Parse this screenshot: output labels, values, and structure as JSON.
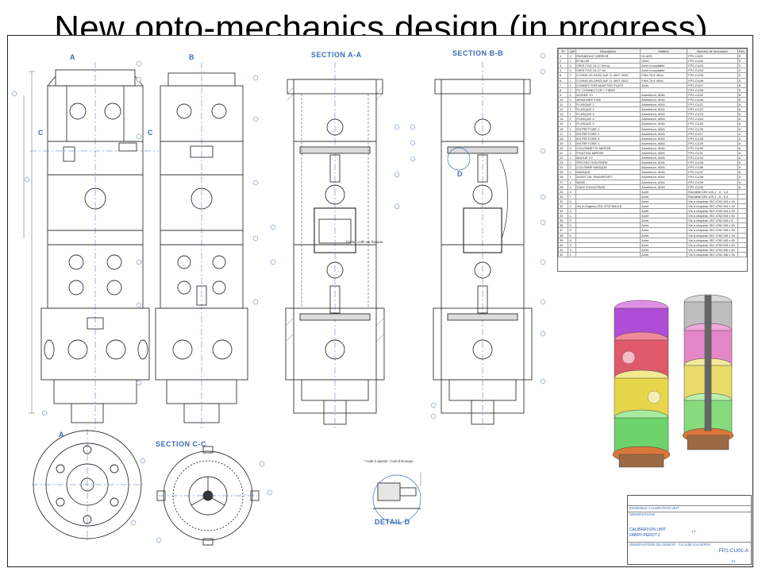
{
  "slide": {
    "title": "New opto-mechanics design (in progress)"
  },
  "views": {
    "view_a": "A",
    "view_b": "B",
    "section_aa": "SECTION A-A",
    "section_bb": "SECTION B-B",
    "section_cc": "SECTION C-C",
    "view_a_bottom": "A",
    "detail_d": "DETAIL D",
    "detail_marker": "D",
    "cut_c_left": "C",
    "cut_c_right": "C"
  },
  "notes": {
    "adjust_note": "* Cale à ajuster: Cote théorique",
    "glue_note": "Etalon collé sur flasque"
  },
  "bom": {
    "headers": [
      "N°",
      "Qté",
      "Description",
      "Matière",
      "Numéro de document",
      "Rév."
    ],
    "rows": [
      [
        "1",
        "2",
        "PARABOLIC MIRROR",
        "GLASS",
        "FP2-CU01",
        "S"
      ],
      [
        "2",
        "1",
        "ETALON",
        "Verre",
        "FP2-CU02",
        "S"
      ],
      [
        "3",
        "4",
        "ORIS FGS 10-17 écrou",
        "Acier inoxydable",
        "FP2-CU03",
        "S"
      ],
      [
        "4",
        "4",
        "ORIS FGS 10-17 vis",
        "Acier inoxydable",
        "FP2-CU04",
        "S"
      ],
      [
        "5",
        "2",
        "O-RING 00-DH02 ΔxF 11.4007.3052",
        "FKM 75.5 Viton",
        "FP2-CU05",
        "S"
      ],
      [
        "6",
        "1",
        "O-RING 00-DH03 ΔxF 11.4007.3022",
        "FKM 75.5 Viton",
        "FP2-CU06",
        "S"
      ],
      [
        "7",
        "2",
        "CONNECTOR ADAPTER PLATE",
        "Acier",
        "FP2-CU07",
        "B"
      ],
      [
        "8",
        "2",
        "FC CONNECTOR + FIBER",
        "",
        "FP2-CU08",
        "S"
      ],
      [
        "9",
        "1",
        "ASSIEE XY",
        "Aluminium, 6061",
        "FP2-CU32",
        "B"
      ],
      [
        "10",
        "1",
        "ARAIGNEE FIXE",
        "Aluminium, 6061",
        "FP2-CU34",
        "B"
      ],
      [
        "11",
        "1",
        "FLASQUE 1",
        "Aluminium, 6061",
        "FP2-CU21",
        "A"
      ],
      [
        "12",
        "1",
        "FLASQUE 2",
        "Aluminium, 6061",
        "FP2-CU22",
        "A"
      ],
      [
        "13",
        "1",
        "FLASQUE 3",
        "Aluminium, 6061",
        "FP2-CU23",
        "A"
      ],
      [
        "14",
        "1",
        "FLASQUE 4",
        "Aluminium, 6061",
        "FP2-CU24",
        "A"
      ],
      [
        "15",
        "1",
        "FLASQUE 5",
        "Aluminium, 6061",
        "FP2-CU25",
        "A"
      ],
      [
        "16",
        "1",
        "ENTRETOISE 1",
        "Aluminium, 6061",
        "FP2-CU26",
        "A"
      ],
      [
        "17",
        "1",
        "ENTRETOISE 2",
        "Aluminium, 6061",
        "FP2-CU27",
        "A"
      ],
      [
        "18",
        "1",
        "ENTRETOISE 3",
        "Aluminium, 6061",
        "FP2-CU28",
        "A"
      ],
      [
        "19",
        "1",
        "ENTRETOISE 4",
        "Aluminium, 6061",
        "FP2-CU29",
        "A"
      ],
      [
        "20",
        "6",
        "COLONNETTE MIROIR",
        "Aluminium, 6061",
        "FP2-CU30",
        "A"
      ],
      [
        "21",
        "2",
        "FIXATION MIROIR",
        "Aluminium, 6061",
        "FP2-CU31",
        "A"
      ],
      [
        "22",
        "1",
        "BAGUE XY",
        "Aluminium, 6061",
        "FP2-CU33",
        "A"
      ],
      [
        "23",
        "2",
        "PROTECTION FIBRE",
        "Aluminium, 6061",
        "FP2-CU35",
        "A"
      ],
      [
        "24",
        "2",
        "COLONNE MASQUE",
        "Aluminium, 6061",
        "FP2-CU36",
        "A"
      ],
      [
        "25",
        "1",
        "MASQUE",
        "Aluminium, 6061",
        "FP2-CU37",
        "A"
      ],
      [
        "26",
        "1",
        "DOIGT DE TRANSPORT",
        "Aluminium, 6061",
        "FP2-CU38",
        "A"
      ],
      [
        "27",
        "1",
        "BASE",
        "Aluminium, 6061",
        "FP2-CU39",
        "A"
      ],
      [
        "28",
        "4",
        "CALE D'AJUSTAGE",
        "Aluminium, 6061",
        "FP2-CU40",
        "A"
      ],
      [
        "29",
        "3",
        "",
        "Acier",
        "Rondelle DIN 125-1 · A · 4,3",
        ""
      ],
      [
        "30",
        "1",
        "",
        "Acier",
        "Rondelle DIN 125-1 · A · 6,4",
        ""
      ],
      [
        "31",
        "6",
        "",
        "Acier",
        "Vis à chapeau ISO 4762 M3 x 16",
        ""
      ],
      [
        "32",
        "4",
        "Vis à chapeau ISO 4762 M4x16",
        "Acier",
        "Vis à chapeau ISO 4762 M4 x 16",
        ""
      ],
      [
        "33",
        "3",
        "",
        "Acier",
        "Vis à chapeau ISO 4762 M4 x 25",
        ""
      ],
      [
        "34",
        "1",
        "",
        "Acier",
        "Vis à chapeau ISO 4762 M4 x 30",
        ""
      ],
      [
        "35",
        "3",
        "",
        "Acier",
        "Vis à chapeau ISO 4762 M5 x 8",
        ""
      ],
      [
        "36",
        "6",
        "",
        "Acier",
        "Vis à chapeau ISO 4762 M5 x 20",
        ""
      ],
      [
        "37",
        "8",
        "",
        "Acier",
        "Vis à chapeau ISO 4762 M5 x 25",
        ""
      ],
      [
        "38",
        "6",
        "",
        "Acier",
        "Vis à chapeau ISO 4762 M5 x 35",
        ""
      ],
      [
        "39",
        "6",
        "",
        "Acier",
        "Vis à chapeau ISO 4762 M5 x 45",
        ""
      ],
      [
        "40",
        "3",
        "",
        "Acier",
        "Vis à chapeau ISO 4762 M5 x 50",
        ""
      ],
      [
        "41",
        "3",
        "",
        "Acier",
        "Vis à chapeau ISO 4762 M6 x 40",
        ""
      ],
      [
        "42",
        "1",
        "",
        "Acier",
        "Vis à chapeau ISO 4762 M6 x 35",
        ""
      ]
    ]
  },
  "title_block": {
    "assembly": "ENSEMBLE CALIBRATION UNIT",
    "observations": "OBSERVATIONS",
    "unit_name": "CALIBRATION UNIT",
    "project": "FABRY-PEROT 2",
    "scale": "1:1",
    "org": "OBSERVATOIRE DE GENEVE · CH-1290 SAUVERNY",
    "doc_id": "FP2-CU01-A",
    "sheet": "1/1"
  },
  "colors": {
    "accent": "#3b6cb5",
    "linework": "#333333",
    "render_purple": "#b04dd6",
    "render_red": "#e05a6b",
    "render_yellow": "#e8d64a",
    "render_green": "#6fd36b",
    "render_orange": "#d9773a"
  }
}
